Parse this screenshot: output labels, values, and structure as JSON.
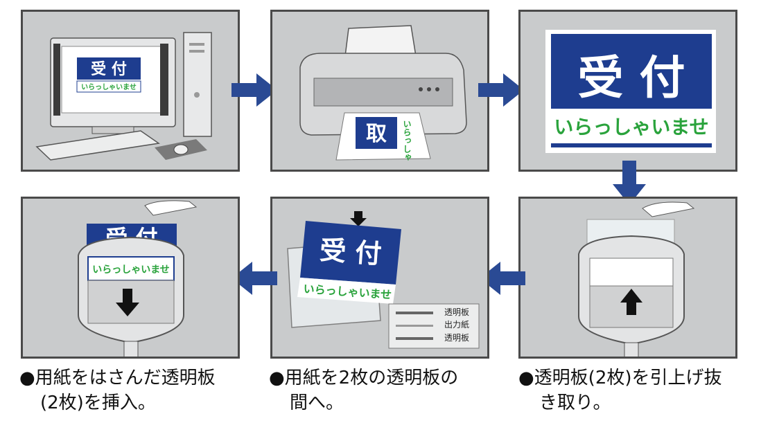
{
  "colors": {
    "navy": "#1e3d8f",
    "green": "#2aa33c",
    "panel_bg": "#c9cbcc",
    "arrow": "#2a4a94"
  },
  "sign": {
    "title": "受 付",
    "subtitle": "いらっしゃいませ"
  },
  "printer_output": {
    "title": "取",
    "subtitle": "いらっしゃ"
  },
  "legend": {
    "top": "透明板",
    "middle": "出力紙",
    "bottom": "透明板"
  },
  "captions": [
    {
      "line1": "●用紙をはさんだ透明板",
      "line2": "(2枚)を挿入。"
    },
    {
      "line1": "●用紙を2枚の透明板の",
      "line2": "間へ。"
    },
    {
      "line1": "●透明板(2枚)を引上げ抜",
      "line2": "き取り。"
    }
  ],
  "icons": [
    "computer-icon",
    "printer-icon",
    "sign-holder-icon",
    "hand-icon",
    "down-arrow-icon",
    "up-arrow-icon"
  ]
}
